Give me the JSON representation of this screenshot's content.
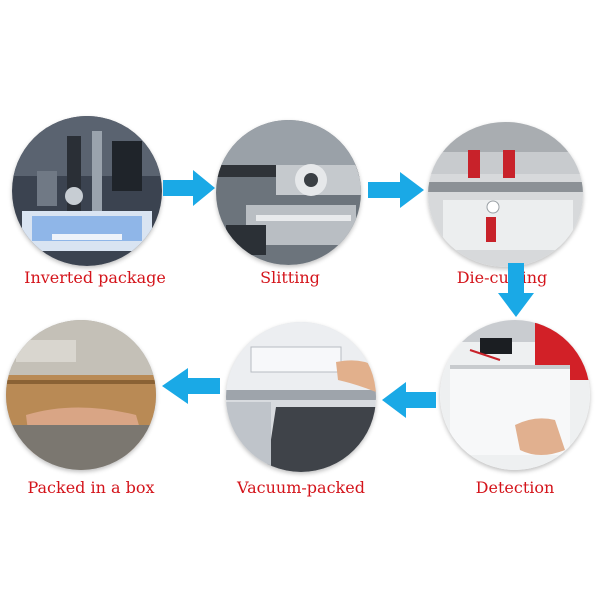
{
  "steps": [
    {
      "label": "Inverted package",
      "photo": "inverted-package-photo"
    },
    {
      "label": "Slitting",
      "photo": "slitting-photo"
    },
    {
      "label": "Die-cutting",
      "photo": "die-cutting-photo"
    },
    {
      "label": "Detection",
      "photo": "detection-photo"
    },
    {
      "label": "Vacuum-packed",
      "photo": "vacuum-packed-photo"
    },
    {
      "label": "Packed in a box",
      "photo": "packed-in-a-box-photo"
    }
  ],
  "colors": {
    "label": "#d4141b",
    "arrow": "#1aa9e6",
    "background": "#ffffff"
  }
}
